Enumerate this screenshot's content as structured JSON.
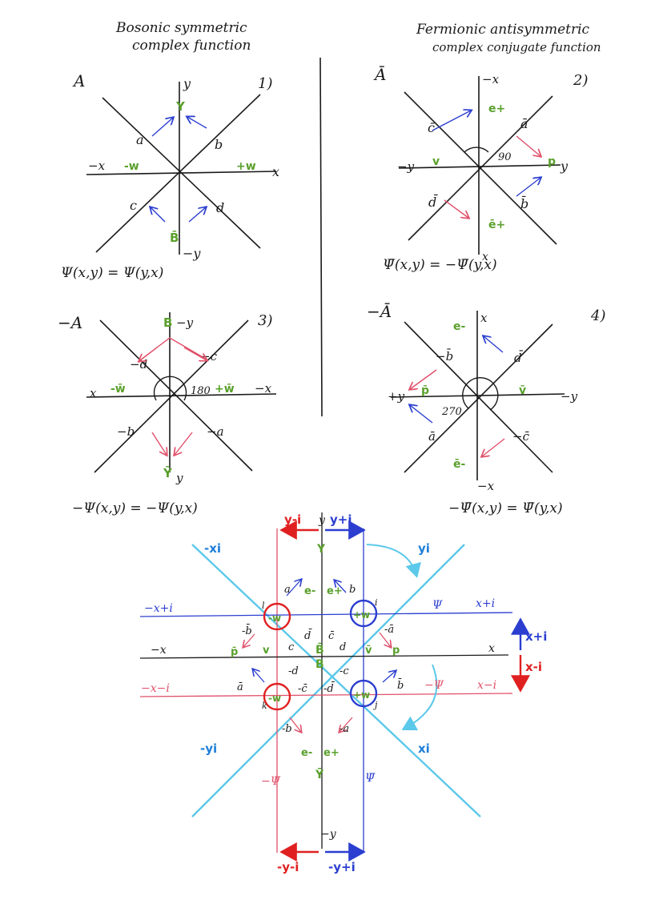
{
  "headers": {
    "left": [
      "Bosonic symmetric",
      "complex function"
    ],
    "right": [
      "Fermionic antisymmetric",
      "complex conjugate function"
    ]
  },
  "panels": {
    "p1": {
      "title": "A",
      "number": "1)",
      "formula": "Ψ(x,y) = Ψ(y,x)",
      "axis": {
        "x_pos": "x",
        "x_neg": "−x",
        "y_pos": "y",
        "y_neg": "−y"
      },
      "lines": {
        "a": "a",
        "b": "b",
        "c": "c",
        "d": "d"
      },
      "particles": {
        "top": "Y",
        "bottom": "B̄",
        "left": "-w",
        "right": "+w"
      }
    },
    "p2": {
      "title": "Ā",
      "number": "2)",
      "formula": "Ψ̄(x,y) = −Ψ̄(y,x)",
      "axis": {
        "top": "−x",
        "bottom": "x",
        "left": "−y",
        "right": "y"
      },
      "lines": {
        "a": "ā",
        "b": "b̄",
        "c": "c̄",
        "d": "d̄"
      },
      "particles": {
        "top": "e+",
        "bottom": "ē+",
        "left": "v",
        "right": "p"
      },
      "angle": "90"
    },
    "p3": {
      "title": "−A",
      "number": "3)",
      "formula": "−Ψ(x,y) = −Ψ(y,x)",
      "axis": {
        "top": "−y",
        "bottom": "y",
        "left": "x",
        "right": "−x"
      },
      "lines": {
        "a": "−a",
        "b": "−b",
        "c": "−c",
        "d": "−d"
      },
      "particles": {
        "top": "B",
        "bottom": "Ȳ",
        "left": "-w̄",
        "right": "+w̄"
      },
      "angle": "180"
    },
    "p4": {
      "title": "−Ā",
      "number": "4)",
      "formula": "−Ψ̄(x,y) = Ψ̄(y,x)",
      "axis": {
        "top": "x",
        "bottom": "−x",
        "left": "+y",
        "right": "−y"
      },
      "lines": {
        "a": "ā",
        "b": "−b̄",
        "c": "−c̄",
        "d": "d̄"
      },
      "particles": {
        "top": "e-",
        "bottom": "ē-",
        "left": "p̄",
        "right": "v̄"
      },
      "angle": "270"
    }
  },
  "combined": {
    "arrows": {
      "top_left": "y-i",
      "top_right": "y+i",
      "bottom_left": "-y-i",
      "bottom_right": "-y+i",
      "right_up": "x+i",
      "right_down": "x-i"
    },
    "diagonals": {
      "xi_neg": "-xi",
      "xi_pos": "xi",
      "yi_neg": "-yi",
      "yi_pos": "yi"
    },
    "lines": {
      "x_plus_i_left": "−x+i",
      "x_plus_i_right": "x+i",
      "x_minus_i_left": "−x−i",
      "x_minus_i_right": "x−i",
      "x_left": "−x",
      "x_right": "x",
      "y_top": "y",
      "y_bottom": "−y",
      "psi_top": "Ψ",
      "psi_neg": "−Ψ",
      "psi_bottom_left": "−Ψ̄",
      "psi_bottom_right": "Ψ̄"
    },
    "circles": {
      "l": "l",
      "i": "i",
      "k": "k",
      "j": "j",
      "w_minus": "-w",
      "w_plus": "+w"
    },
    "particles": {
      "Y": "Y",
      "Ybar": "Ȳ",
      "B": "B",
      "Bbar": "B̄",
      "e_minus": "e-",
      "e_plus": "e+",
      "e_minus_bottom": "e-",
      "e_plus_bottom": "e+",
      "v": "v",
      "v_bar": "v̄",
      "p": "p",
      "p_bar": "p̄"
    },
    "labels": {
      "a": "a",
      "b": "b",
      "c": "c",
      "d": "d",
      "minus_a_bar": "-ā",
      "minus_b_bar": "-b̄",
      "a_bar": "ā",
      "b_bar": "b̄",
      "c_bar": "c̄",
      "d_bar": "d̄",
      "minus_c": "-c",
      "minus_d": "-d",
      "minus_c_bar": "-c̄",
      "minus_d_bar": "-d̄",
      "minus_a": "-a",
      "minus_b": "-b"
    }
  },
  "colors": {
    "ink": "#1a1a1a",
    "green": "#5aa02c",
    "blue": "#2b3ed0",
    "red": "#e02020",
    "pink": "#e0506a",
    "cyan": "#5cc8ea"
  }
}
